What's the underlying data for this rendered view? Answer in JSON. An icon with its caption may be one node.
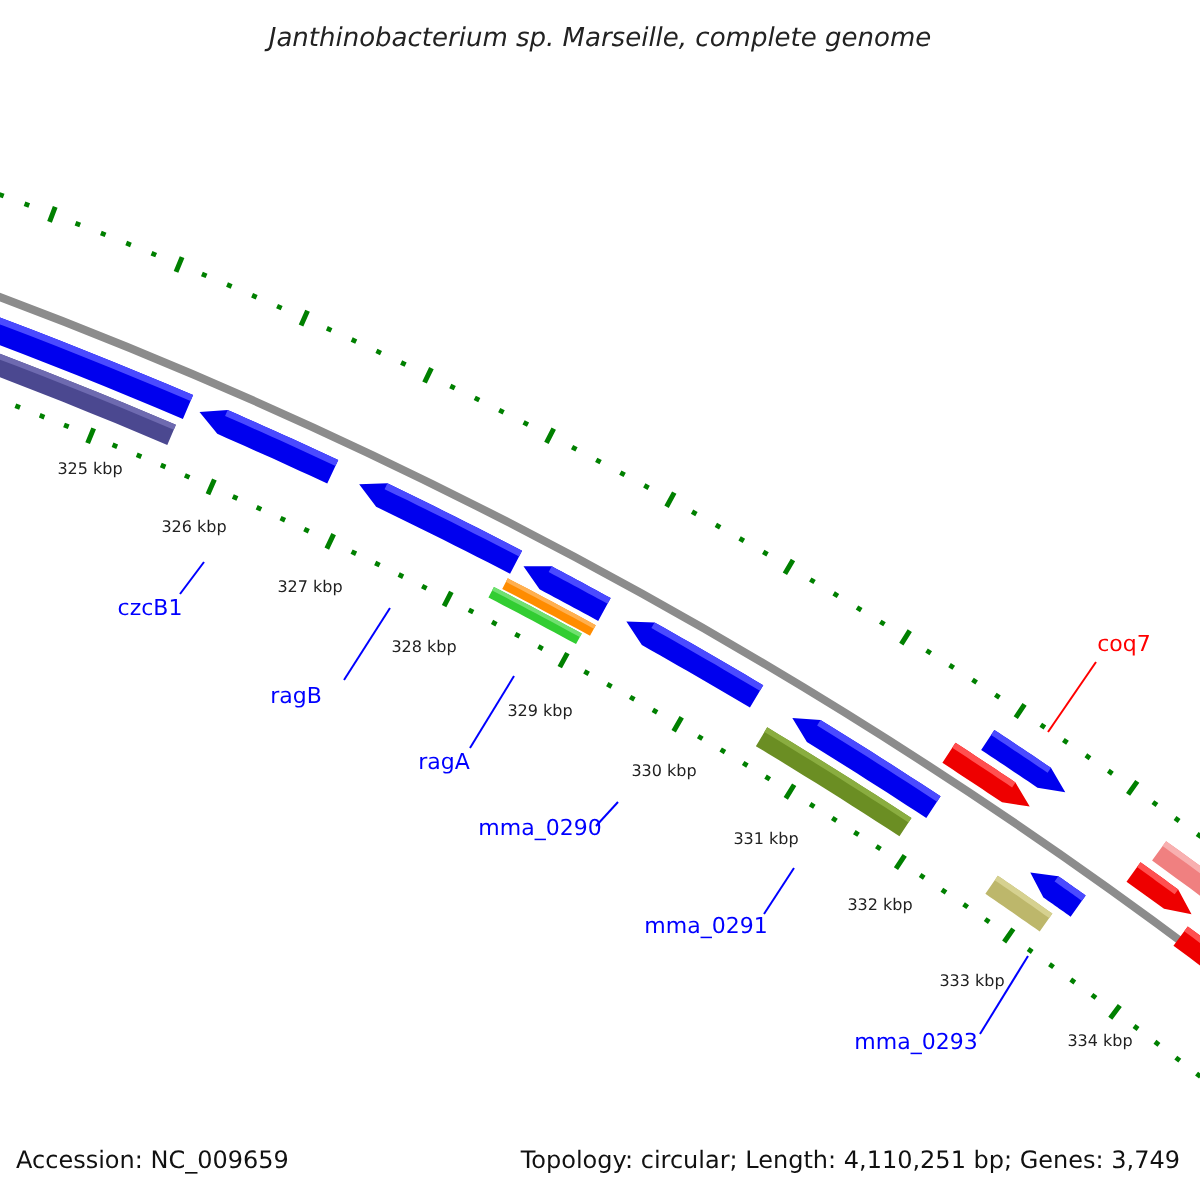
{
  "diagram": {
    "title": "Janthinobacterium sp. Marseille, complete genome",
    "nodes": [
      {
        "text": [
          "czcB1"
        ]
      },
      {
        "text": [
          "ragB"
        ]
      },
      {
        "text": [
          "ragA"
        ]
      },
      {
        "text": [
          "mma_0290"
        ]
      },
      {
        "text": [
          "mma_0291"
        ]
      },
      {
        "text": [
          "mma_0293"
        ]
      },
      {
        "text": [
          "coq7"
        ]
      }
    ],
    "edges": [
      {
        "from": 0,
        "to": null,
        "arrow": "none"
      },
      {
        "from": 1,
        "to": null,
        "arrow": "none"
      },
      {
        "from": 2,
        "to": null,
        "arrow": "none"
      },
      {
        "from": 3,
        "to": null,
        "arrow": "none"
      },
      {
        "from": 4,
        "to": null,
        "arrow": "none"
      },
      {
        "from": 5,
        "to": null,
        "arrow": "none"
      },
      {
        "from": 6,
        "to": null,
        "arrow": "none",
        "color": "#ff0000"
      }
    ],
    "labels": [
      "325 kbp",
      "326 kbp",
      "327 kbp",
      "328 kbp",
      "329 kbp",
      "330 kbp",
      "331 kbp",
      "332 kbp",
      "333 kbp",
      "334 kbp",
      "Accession: NC_009659",
      "Topology: circular; Length: 4,110,251 bp; Genes: 3,749"
    ]
  }
}
